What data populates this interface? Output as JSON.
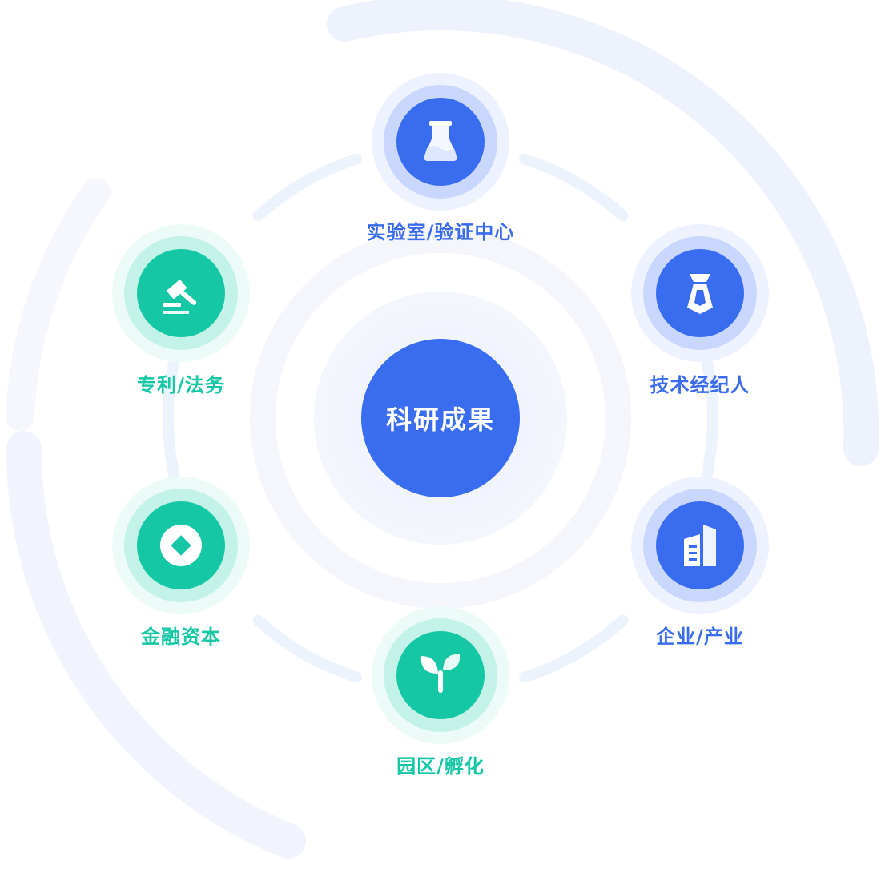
{
  "center": {
    "title": "科研成果"
  },
  "nodes": [
    {
      "id": "lab",
      "label": "实验室/验证中心",
      "icon": "flask-icon",
      "theme": "blue"
    },
    {
      "id": "broker",
      "label": "技术经纪人",
      "icon": "tie-icon",
      "theme": "blue"
    },
    {
      "id": "enterprise",
      "label": "企业/产业",
      "icon": "building-icon",
      "theme": "blue"
    },
    {
      "id": "park",
      "label": "园区/孵化",
      "icon": "sprout-icon",
      "theme": "green"
    },
    {
      "id": "finance",
      "label": "金融资本",
      "icon": "coin-icon",
      "theme": "green"
    },
    {
      "id": "patent",
      "label": "专利/法务",
      "icon": "gavel-icon",
      "theme": "green"
    }
  ],
  "colors": {
    "blue": "#3a6cf0",
    "blue_ring_inner": "#c9d7ff",
    "blue_ring_outer": "#eef2ff",
    "green": "#16c7a6",
    "green_ring_inner": "#c3f2e8",
    "green_ring_outer": "#ecfbf7",
    "orbit": "#edf3fc",
    "halo": "#f1f3fc"
  }
}
